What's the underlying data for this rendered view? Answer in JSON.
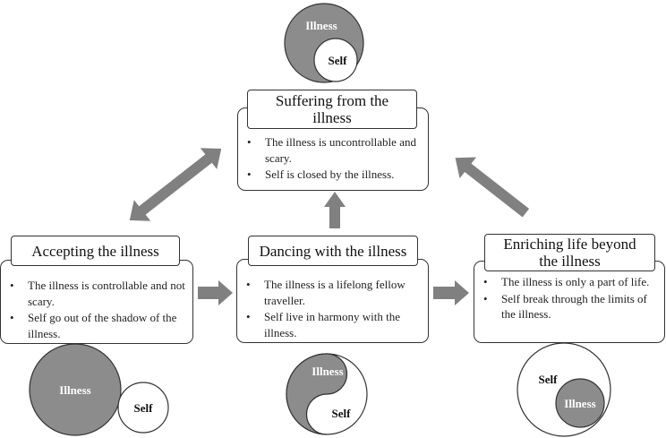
{
  "stages": {
    "suffering": {
      "title_line1": "Suffering from the",
      "title_line2": "illness",
      "bullets": [
        "The illness is uncontrollable and scary.",
        "Self is closed by the illness."
      ]
    },
    "accepting": {
      "title": "Accepting the illness",
      "bullets": [
        "The illness is controllable and  not scary.",
        "Self go out of the shadow of the illness."
      ]
    },
    "dancing": {
      "title": "Dancing with the illness",
      "bullets": [
        "The illness is a lifelong fellow traveller.",
        "Self live in harmony with the illness."
      ]
    },
    "enriching": {
      "title_line1": "Enriching life beyond",
      "title_line2": "the illness",
      "bullets": [
        "The illness is only a part of life.",
        "Self break through the limits of the illness."
      ]
    }
  },
  "circle_labels": {
    "illness": "Illness",
    "self": "Self"
  },
  "colors": {
    "illness_fill": "#8c8c8c",
    "arrow_fill": "#808080",
    "border": "#333333"
  }
}
